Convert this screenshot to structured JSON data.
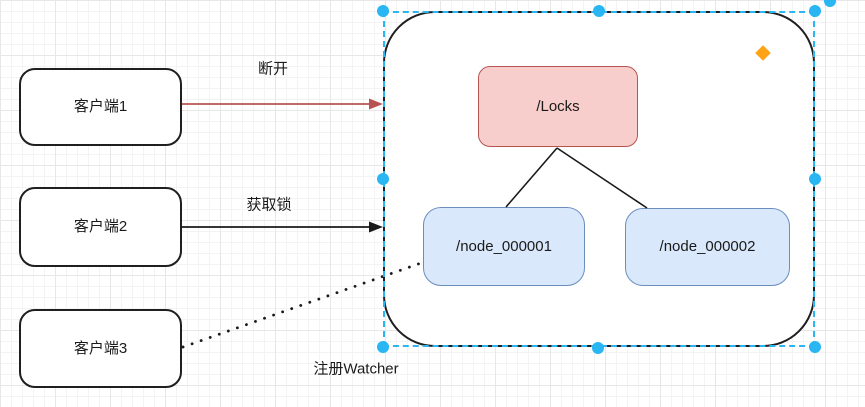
{
  "diagram": {
    "clients": [
      {
        "label": "客户端1"
      },
      {
        "label": "客户端2"
      },
      {
        "label": "客户端3"
      }
    ],
    "container": {
      "root_node": {
        "label": "/Locks"
      },
      "child_nodes": [
        {
          "label": "/node_000001"
        },
        {
          "label": "/node_000002"
        }
      ]
    },
    "edges": [
      {
        "label": "断开",
        "type": "solid-red-arrow",
        "from": "客户端1",
        "to": "container"
      },
      {
        "label": "获取锁",
        "type": "solid-black-arrow",
        "from": "客户端2",
        "to": "container"
      },
      {
        "label": "注册Watcher",
        "type": "dotted-black-line",
        "from": "客户端3",
        "to": "/node_000001"
      }
    ],
    "colors": {
      "root_node_fill": "#f8cecc",
      "root_node_stroke": "#b85450",
      "child_node_fill": "#dae8fc",
      "child_node_stroke": "#6c8ebf",
      "red_arrow": "#b85450",
      "black_stroke": "#1a1a1a",
      "selection": "#29b6f2",
      "diamond_handle": "#ffa216"
    }
  }
}
